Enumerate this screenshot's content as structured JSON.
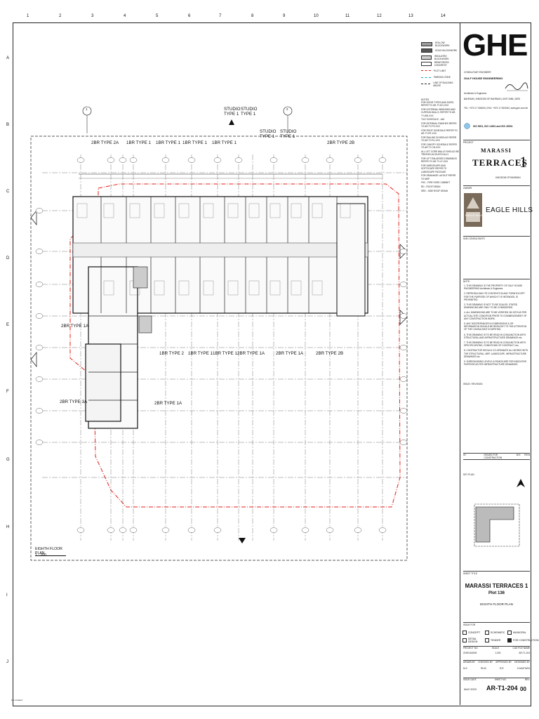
{
  "grid": {
    "columns": [
      "1",
      "2",
      "3",
      "4",
      "5",
      "6",
      "7",
      "8",
      "9",
      "10",
      "11",
      "12",
      "13",
      "14"
    ],
    "rows": [
      "A",
      "B",
      "C",
      "D",
      "E",
      "F",
      "G",
      "H",
      "I",
      "J"
    ]
  },
  "plan": {
    "title": "EIGHTH FLOOR PLAN",
    "scale": "1 : 200",
    "unit_labels": [
      "2BR TYPE 2A",
      "1BR TYPE 1",
      "1BR TYPE 1",
      "1BR TYPE 1",
      "1BR TYPE 1",
      "STUDIO TYPE 1",
      "STUDIO TYPE 1",
      "STUDIO TYPE 1",
      "STUDIO TYPE 1",
      "2BR TYPE 2B",
      "2BR TYPE 1A",
      "1BR TYPE 2",
      "1BR TYPE 1",
      "1BR TYPE 1",
      "2BR TYPE 1A",
      "2BR TYPE 1A",
      "2BR TYPE 2B",
      "2BR TYPE 3A",
      "2BR TYPE 1A"
    ],
    "section_markers": [
      "1",
      "2"
    ]
  },
  "legend": {
    "items": [
      {
        "label": "HOLLOW BLOCKWORK",
        "color": "#9a9a9a"
      },
      {
        "label": "SOLID BLOCKWORK",
        "color": "#555555"
      },
      {
        "label": "INSULATED BLOCKWORK",
        "color": "#cfcfcf"
      },
      {
        "label": "REINFORCED CONCRETE",
        "color": "#ffffff"
      },
      {
        "label": "PLOT LIMIT",
        "color": "#e0201a"
      },
      {
        "label": "PARKING ZONE",
        "color": "#1aa6b8"
      },
      {
        "label": "LINE OF BUILDING ABOVE",
        "color": "#222222"
      }
    ]
  },
  "notes_left": {
    "heading": "NOTES:",
    "lines": [
      "FOR DOOR TYPES AND SIZES, REFER TO AR-TY-DO-XXX",
      "FOR EXTERNAL WINDOWS AND CURTAIN WALLS, REFER TO AR-TY-WD-XXX",
      "TILE SCHEDULE - ###",
      "FOR INTERNAL FINISHES REFER TO AR-TY-FS-XXX",
      "FOR ROOF SCHEDULE REFER TO AR-TY-RF-XXX",
      "FOR RAILING SCHEDULE REFER TO AR-TY-RL-XXX",
      "FOR CANOPY SCHEDULE REFER TO AR-TY-CN-XXX",
      "ALL LIFT CORE WALLS SHOULD BE TREATED ACOUSTICALLY",
      "FOR LIFT ENLARGED DRAWINGS REFER TO AR-TY-LF-XXX",
      "FOR HARDSCAPE AND SOFTSCAPE REFER TO LANDSCAPE PACKAGE",
      "FOR DRAINAGE LAYOUT REFER TO MEP",
      "FHC - FIRE HOSE CABINET",
      "RD - ROOF DRAIN",
      "SRD - SIDE ROOF DRAIN"
    ]
  },
  "title_block": {
    "logo": "GHE",
    "consultant_label": "CONSULTANT ENGINEER",
    "company": "GULF HOUSE ENGINEERING",
    "company_sub": "Architects & Engineers",
    "address": "BAHRAIN | KINGDOM OF BAHRAIN | UNIT 3456 | 9876",
    "contact": "TEL: +973 17 000000 | FAX: +973 17 000000 | www.ghe.com.bh",
    "certs": "ISO 9001, ISO 14001 and ISO 45001",
    "project_label": "PROJECT",
    "project_name_1": "MARASSI",
    "project_name_2": "TERRACES",
    "project_number": "1",
    "project_location": "KINGDOM OF BAHRAIN",
    "owner_label": "OWNER",
    "owner_name": "EAGLE HILLS",
    "owner_logo_text": "EAGLE HILLS",
    "sub_consultants_label": "SUB CONSULTANTS",
    "notes_heading": "NOTE:",
    "notes": [
      "1. THIS DRAWING IS THE PROPERTY OF GULF HOUSE ENGINEERING Architects & Engineers.",
      "2. REPRODUCING ITS CONTENTS IN ANY FORM EXCEPT FOR THE PURPOSE OF WHICH IT IS INTENDED, IS PROHIBITED.",
      "3. THIS DRAWING IS NOT TO BE SCALED. STATED DIMENSIONS ARE ONLY TO BE CONSIDERED.",
      "4. ALL DIMENSIONS ARE TO BE VERIFIED ON SITE AS PER ACTUAL SITE CONDITION PRIOR TO COMMENCEMENT OF ANY CONSTRUCTION WORK.",
      "5. ANY DISCREPANCIES IN DIMENSIONS & OR INFORMATION SHOULD BE BROUGHT TO THE ATTENTION OF THE CONSULTANT IN WRITING.",
      "6. THIS DRAWING IS TO BE READ IN CONJUNCTION WITH STRUCTURAL AND INFRASTRUCTURE DRAWINGS etc.",
      "7. THIS DRAWING IS TO BE READ IN CONJUNCTION WITH SPECIFICATIONS, CONDITIONS OF CONTRACT, etc.",
      "8. CONTRACTOR SHOULD CO-ORDINATE ALL WORKS WITH THE STRUCTURAL, MEP, LANDSCAPE, INFRASTRUCTURE DRAWINGS etc.",
      "9. SURROUNDING LEVELS & ROADS ARE FOR INDICATIVE PURPOSE AS PER INFRASTRUCTURE DRAWINGS."
    ],
    "issue_revision_label": "ISSUE / REVISION",
    "revision_row": {
      "rev": "00",
      "desc": "ISSUED FOR CONSTRUCTION",
      "by": "M.S",
      "chk": "RH.B"
    },
    "key_plan_label": "KEY PLAN",
    "sheet_title_label": "SHEET TITLE",
    "sheet_title_1": "MARASSI TERRACES 1",
    "sheet_title_2": "Plot 136",
    "sheet_title_3": "EIGHTH FLOOR PLAN",
    "issue_label": "ISSUE FOR",
    "issue_options": [
      {
        "label": "CONCEPT",
        "checked": false
      },
      {
        "label": "SCHEMATIC",
        "checked": false
      },
      {
        "label": "MUNICIPAL",
        "checked": false
      },
      {
        "label": "DETAIL DESIGN",
        "checked": false
      },
      {
        "label": "TENDER",
        "checked": false
      },
      {
        "label": "FOR CONSTRUCTION",
        "checked": true
      }
    ],
    "meta_labels": [
      "PROJECT NO.",
      "SCALE",
      "CAD FILE NAME"
    ],
    "meta_values": [
      "GHE/1406/09",
      "1:200",
      "AR-T1-204"
    ],
    "people_labels": [
      "DRAWN BY",
      "CHECKED BY",
      "APPROVED BY",
      "DESIGNED BY"
    ],
    "people_values": [
      "M.S",
      "RH.B",
      "R.R",
      "H.MUSTAFA"
    ],
    "footer_labels": [
      "ISSUE DATE",
      "SHEET NO.",
      "REV."
    ],
    "issue_date": "AUG 2023",
    "sheet_no": "AR-T1-204",
    "rev": "00"
  },
  "corner_note": "File created"
}
